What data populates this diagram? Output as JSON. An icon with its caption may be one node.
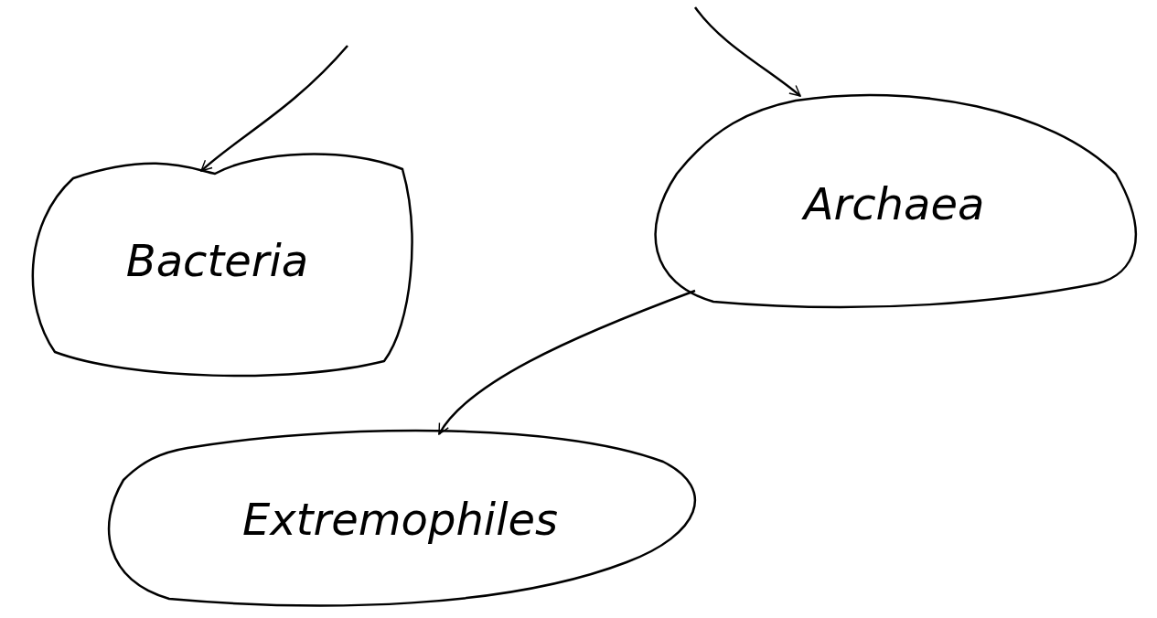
{
  "diagram": {
    "nodes": [
      {
        "text": [
          "Bacteria"
        ]
      },
      {
        "text": [
          "Archaea"
        ]
      },
      {
        "text": [
          "Extremophiles"
        ]
      }
    ],
    "edges": [
      {
        "from": null,
        "to": 0,
        "arrow": "to"
      },
      {
        "from": null,
        "to": 1,
        "arrow": "to"
      },
      {
        "from": 1,
        "to": 2,
        "arrow": "to"
      }
    ]
  }
}
